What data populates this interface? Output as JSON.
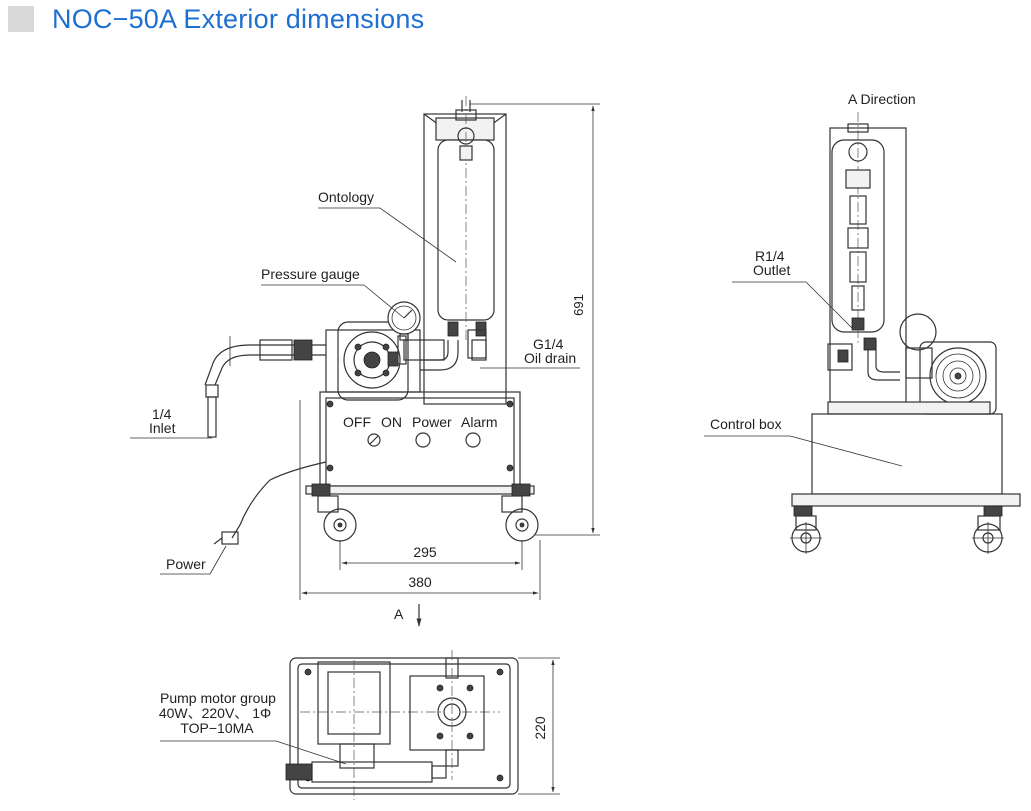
{
  "title": "NOC−50A Exterior dimensions",
  "front_view": {
    "labels": {
      "ontology": "Ontology",
      "pressure_gauge": "Pressure gauge",
      "oil_drain_1": "G1/4",
      "oil_drain_2": "Oil drain",
      "inlet_1": "1/4",
      "inlet_2": "Inlet",
      "power": "Power",
      "panel_off": "OFF",
      "panel_on": "ON",
      "panel_power": "Power",
      "panel_alarm": "Alarm"
    },
    "dimensions": {
      "height": "691",
      "wheel_span": "295",
      "width": "380"
    },
    "view_marker": "A"
  },
  "side_view": {
    "labels": {
      "a_direction": "A  Direction",
      "outlet_1": "R1/4",
      "outlet_2": "Outlet",
      "control_box": "Control box"
    }
  },
  "top_view": {
    "labels": {
      "pump_1": "Pump motor group",
      "pump_2": "40W、220V、 1Φ",
      "pump_3": "TOP−10MA"
    },
    "dimensions": {
      "depth": "220"
    }
  }
}
